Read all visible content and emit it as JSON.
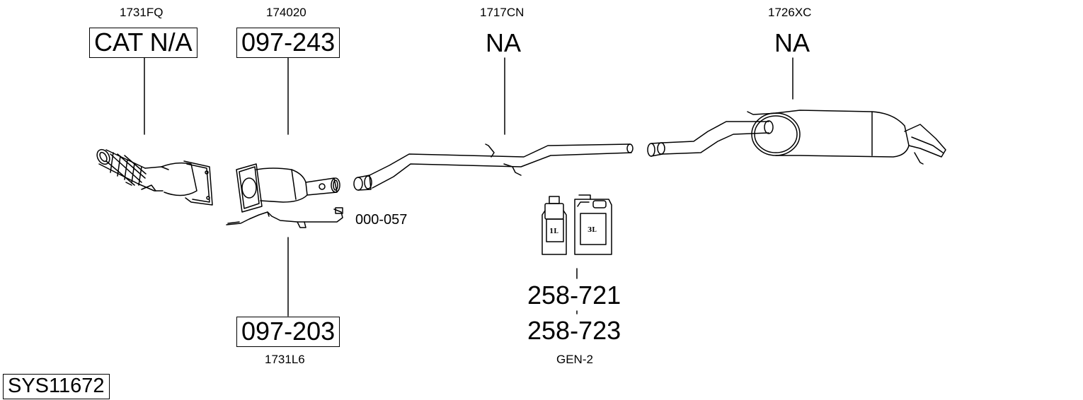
{
  "diagram": {
    "system_code": "SYS11672",
    "parts": [
      {
        "ref": "1731FQ",
        "part_no": "CAT N/A",
        "boxed": true
      },
      {
        "ref": "174020",
        "part_no": "097-243",
        "boxed": true
      },
      {
        "ref": "1717CN",
        "part_no": "NA",
        "boxed": false
      },
      {
        "ref": "1726XC",
        "part_no": "NA",
        "boxed": false
      },
      {
        "ref": "1731L6",
        "part_no": "097-203",
        "boxed": true
      }
    ],
    "sensor_part": "000-057",
    "fluids": {
      "can_small_label": "1L",
      "can_large_label": "3L",
      "part_no_1": "258-721",
      "part_no_2": "258-723",
      "ref": "GEN-2"
    }
  }
}
